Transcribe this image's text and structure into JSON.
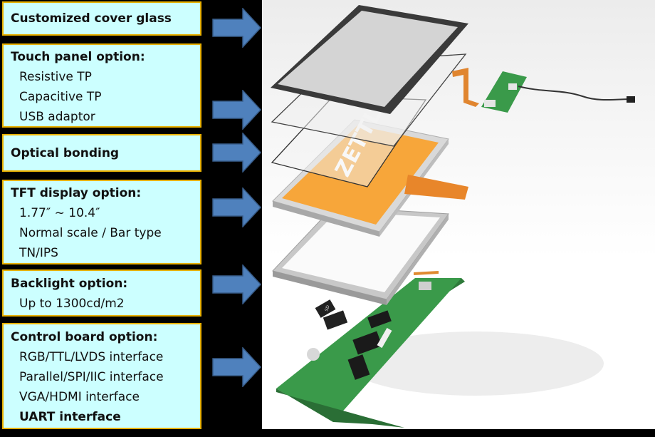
{
  "colors": {
    "background": "#000000",
    "box_fill": "#ccffff",
    "box_border": "#e8b100",
    "arrow_fill": "#4f81bd",
    "arrow_stroke": "#385d8a",
    "tft_orange": "#f7a63a",
    "pcb_green": "#3a9a4a"
  },
  "boxes": [
    {
      "title": "Customized cover glass",
      "items": []
    },
    {
      "title": "Touch panel option:",
      "items": [
        {
          "text": "Resistive TP"
        },
        {
          "text": "Capacitive TP"
        },
        {
          "text": "USB adaptor"
        }
      ]
    },
    {
      "title": "Optical bonding",
      "items": []
    },
    {
      "title": "TFT display option:",
      "items": [
        {
          "text": "1.77″ ~ 10.4″"
        },
        {
          "text": "Normal scale / Bar type"
        },
        {
          "text": "TN/IPS"
        }
      ]
    },
    {
      "title": "Backlight option:",
      "items": [
        {
          "text": "Up to 1300cd/m2"
        }
      ]
    },
    {
      "title": "Control board option:",
      "items": [
        {
          "text": "RGB/TTL/LVDS interface"
        },
        {
          "text": "Parallel/SPI/IIC interface"
        },
        {
          "text": "VGA/HDMI interface"
        },
        {
          "text": "UART interface",
          "bold": true
        }
      ]
    }
  ],
  "illustration": {
    "brand_text": "ZETTLER",
    "sd_label": "SD",
    "layers": [
      "cover-glass",
      "touch-panel",
      "optical-bonding-film",
      "tft-display",
      "backlight",
      "control-board",
      "usb-adaptor-board"
    ]
  }
}
